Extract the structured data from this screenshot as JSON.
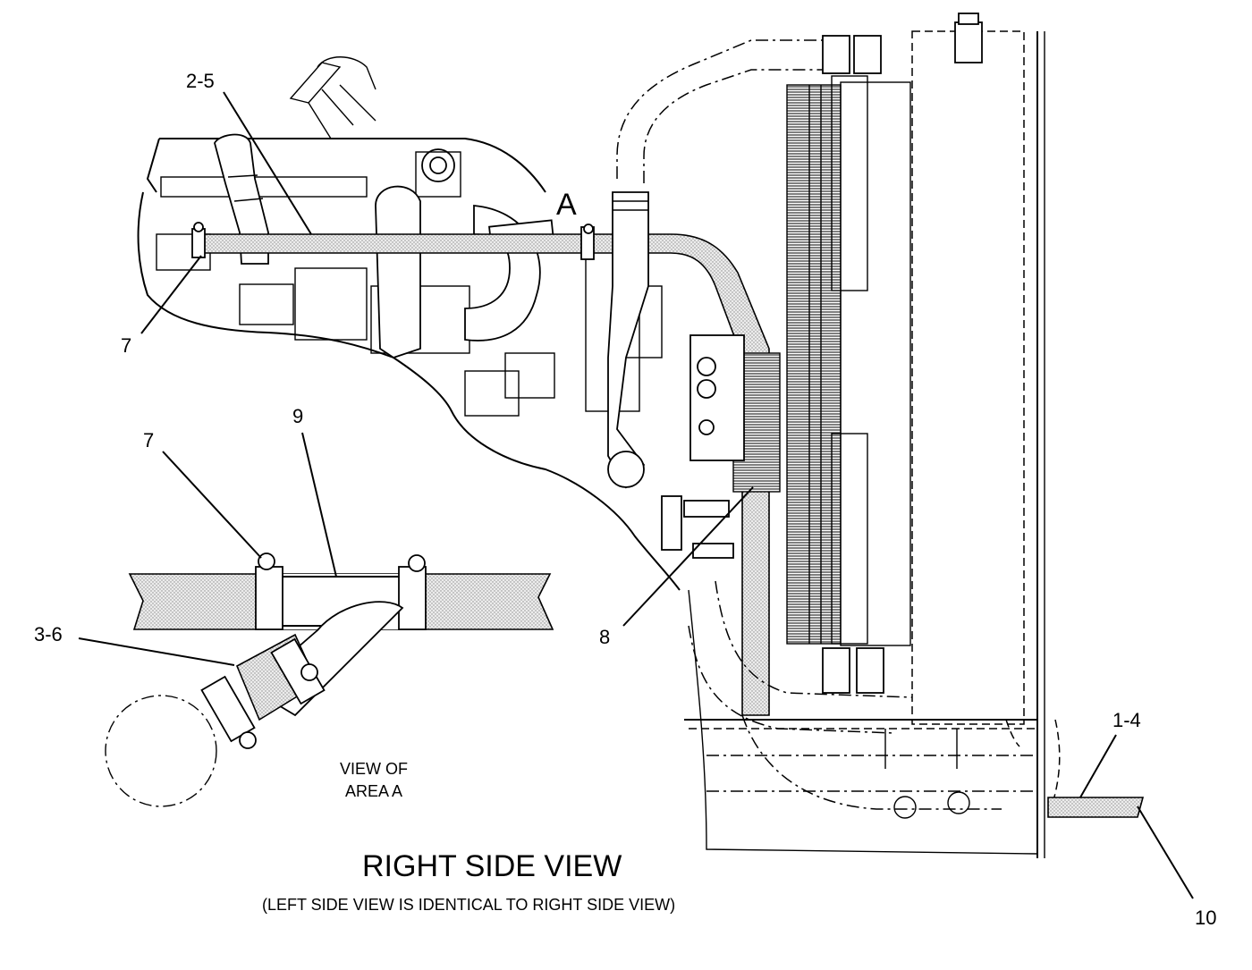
{
  "diagram": {
    "marker_a": "A",
    "callouts": {
      "c_2_5": "2-5",
      "c_7_top": "7",
      "c_9": "9",
      "c_7_detail": "7",
      "c_3_6": "3-6",
      "c_8": "8",
      "c_1_4": "1-4",
      "c_10": "10"
    },
    "detail_label_line1": "VIEW OF",
    "detail_label_line2": "AREA A",
    "caption_title": "RIGHT SIDE VIEW",
    "caption_note": "(LEFT SIDE VIEW IS IDENTICAL TO RIGHT SIDE VIEW)"
  }
}
